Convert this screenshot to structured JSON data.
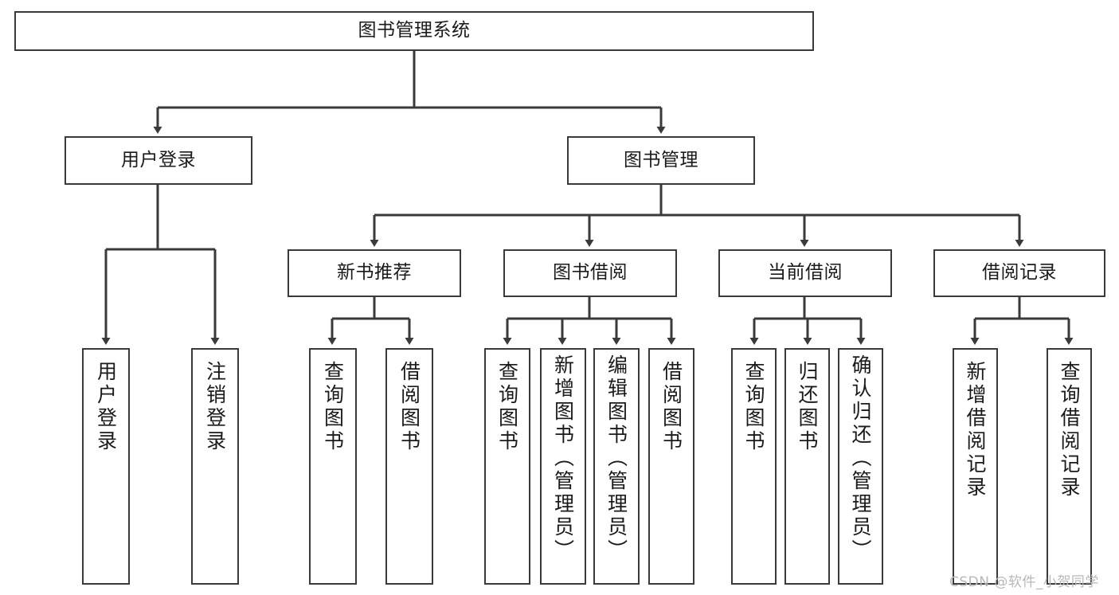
{
  "diagram": {
    "title": "图书管理系统",
    "type": "tree-hierarchy-chart",
    "root": {
      "label": "图书管理系统"
    },
    "level2": [
      {
        "label": "用户登录"
      },
      {
        "label": "图书管理"
      }
    ],
    "level3": [
      {
        "label": "新书推荐"
      },
      {
        "label": "图书借阅"
      },
      {
        "label": "当前借阅"
      },
      {
        "label": "借阅记录"
      }
    ],
    "leaves": [
      {
        "label": "用户登录"
      },
      {
        "label": "注销登录"
      },
      {
        "label": "查询图书"
      },
      {
        "label": "借阅图书"
      },
      {
        "label": "查询图书"
      },
      {
        "label": "新增图书（管理员）"
      },
      {
        "label": "编辑图书（管理员）"
      },
      {
        "label": "借阅图书"
      },
      {
        "label": "查询图书"
      },
      {
        "label": "归还图书"
      },
      {
        "label": "确认归还（管理员）"
      },
      {
        "label": "新增借阅记录"
      },
      {
        "label": "查询借阅记录"
      }
    ],
    "colors": {
      "border": "#3a3a3a",
      "background": "#ffffff",
      "text": "#1a1a1a",
      "watermark": "#b8b8b8"
    }
  },
  "watermark": {
    "text": "CSDN @软件_小贺同学"
  }
}
